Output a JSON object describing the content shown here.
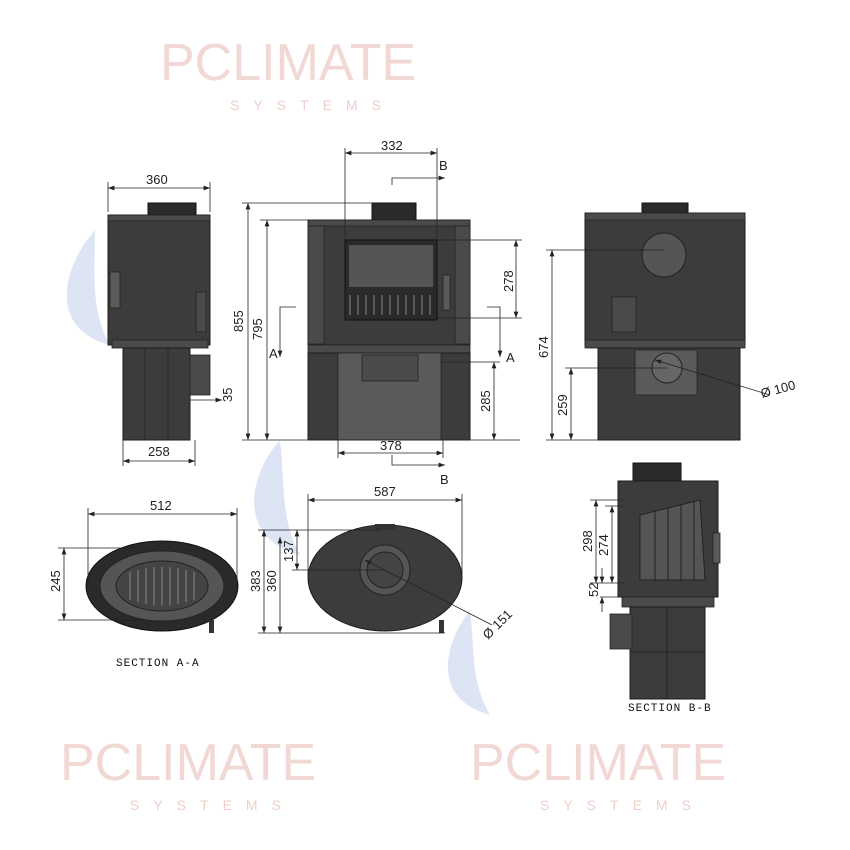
{
  "watermark": {
    "brand": "PCLIMATE",
    "sub": "SYSTEMS"
  },
  "side_view": {
    "width_top": "360",
    "width_base": "258",
    "pipe_offset": "35"
  },
  "front_view": {
    "height_total": "855",
    "height_body": "795",
    "window_width": "332",
    "window_height": "278",
    "base_height": "285",
    "base_width": "378",
    "section_a_left": "A",
    "section_a_right": "A",
    "section_b_top": "B",
    "section_b_bottom": "B"
  },
  "back_view": {
    "outlet_height": "674",
    "inlet_height": "259",
    "inlet_diameter": "Ø 100"
  },
  "section_a": {
    "width": "512",
    "depth": "245",
    "caption": "SECTION A-A"
  },
  "top_view": {
    "width": "587",
    "depth_total": "383",
    "depth_body": "360",
    "flue_offset": "137",
    "flue_diameter": "Ø 151"
  },
  "section_b": {
    "dim_298": "298",
    "dim_274": "274",
    "dim_52": "52",
    "caption": "SECTION B-B"
  }
}
